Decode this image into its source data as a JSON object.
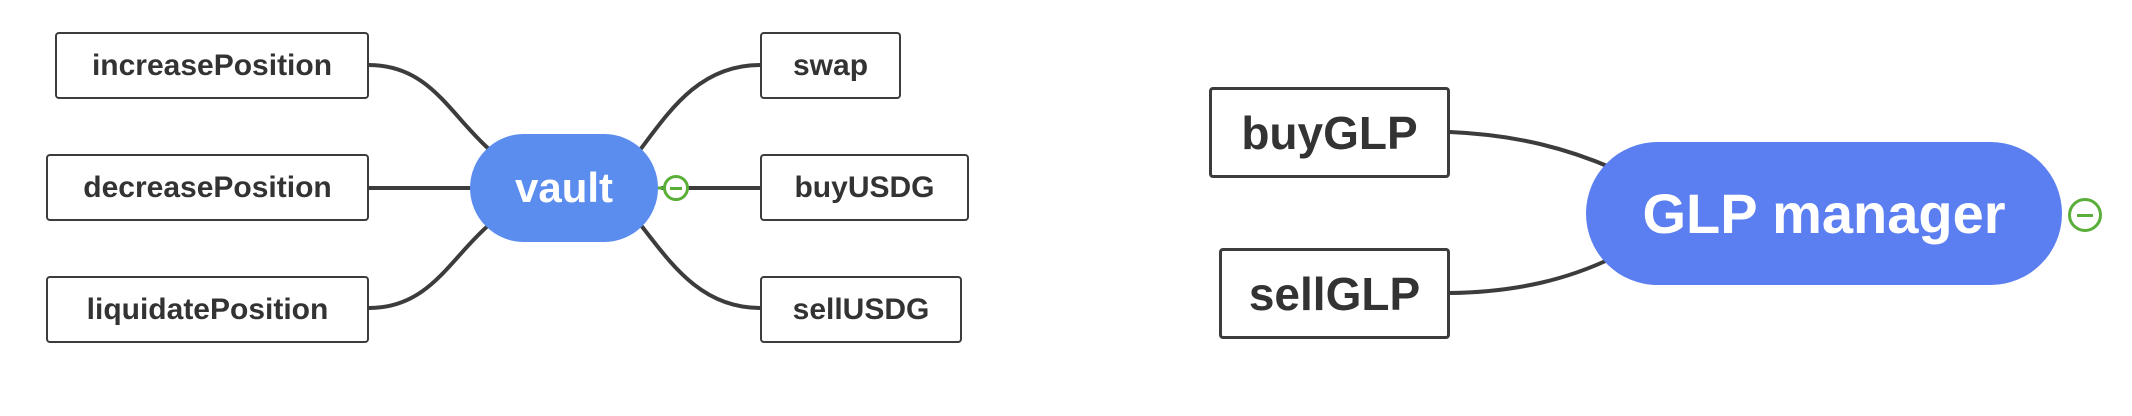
{
  "vault_map": {
    "center": "vault",
    "left_topics": [
      "increasePosition",
      "decreasePosition",
      "liquidatePosition"
    ],
    "right_topics": [
      "swap",
      "buyUSDG",
      "sellUSDG"
    ],
    "center_color": "#5b8def"
  },
  "glp_map": {
    "center": "GLP manager",
    "topics": [
      "buyGLP",
      "sellGLP"
    ],
    "center_color": "#5b7ff0"
  },
  "collapse_indicator_color": "#5aae3a",
  "line_color": "#3c3c3c"
}
